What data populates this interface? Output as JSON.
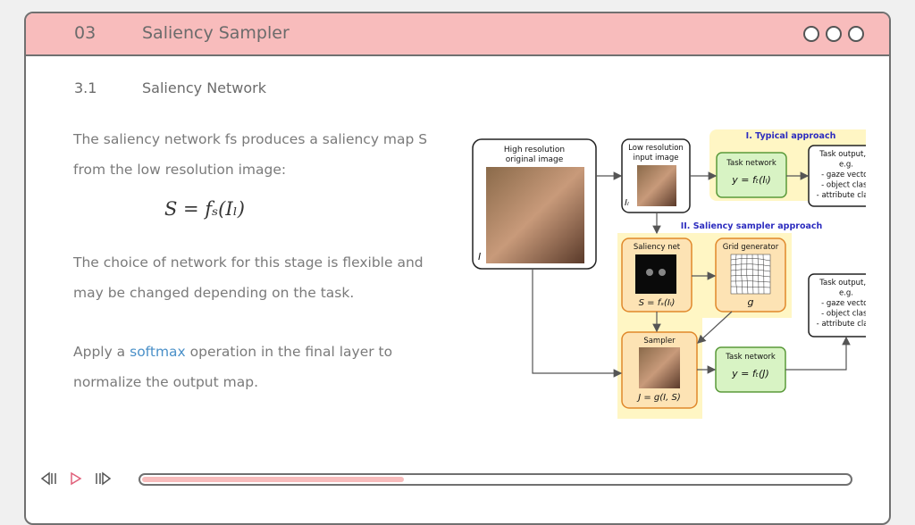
{
  "header": {
    "section_number": "03",
    "title": "Saliency Sampler"
  },
  "subsection": {
    "number": "3.1",
    "title": "Saliency Network"
  },
  "paragraphs": {
    "p1": "The saliency network fs produces a saliency map S from the low resolution image:",
    "formula": "S = fₛ(Iₗ)",
    "p2": "The choice of network for this stage is flexible and may be changed depending on the task.",
    "p3_before": "Apply a ",
    "p3_link": "softmax",
    "p3_after": " operation in the final layer to normalize the output map."
  },
  "diagram": {
    "high_res_label_1": "High resolution",
    "high_res_label_2": "original image",
    "high_res_symbol": "I",
    "low_res_label_1": "Low resolution",
    "low_res_label_2": "input image",
    "low_res_symbol": "Iₗ",
    "typical_title": "I. Typical approach",
    "sampler_title": "II. Saliency sampler approach",
    "task_net_1_label": "Task network",
    "task_net_1_eq": "y = fₜ(Iₗ)",
    "task_output_1": [
      "Task output, y",
      "e.g.",
      "- gaze vector",
      "- object class",
      "- attribute class"
    ],
    "saliency_net_label": "Saliency net",
    "saliency_net_eq": "S = fₛ(Iₗ)",
    "grid_gen_label": "Grid generator",
    "grid_gen_eq": "g",
    "sampler_label": "Sampler",
    "sampler_eq": "J = g(I, S)",
    "task_net_2_label": "Task network",
    "task_net_2_eq": "y = fₜ(J)",
    "task_output_2": [
      "Task output, y",
      "e.g.",
      "- gaze vector",
      "- object class",
      "- attribute class"
    ]
  },
  "playback": {
    "progress_fraction": 0.37
  },
  "colors": {
    "header_bg": "#f8bcbc",
    "link": "#4a90c8",
    "yellow_region": "#fff6c4",
    "orange_box": "#fde3b4",
    "green_box": "#d8f3c4",
    "blue_title": "#2d2dbf"
  },
  "icons": [
    "circle-icon",
    "skip-back-icon",
    "play-icon",
    "skip-forward-icon"
  ]
}
